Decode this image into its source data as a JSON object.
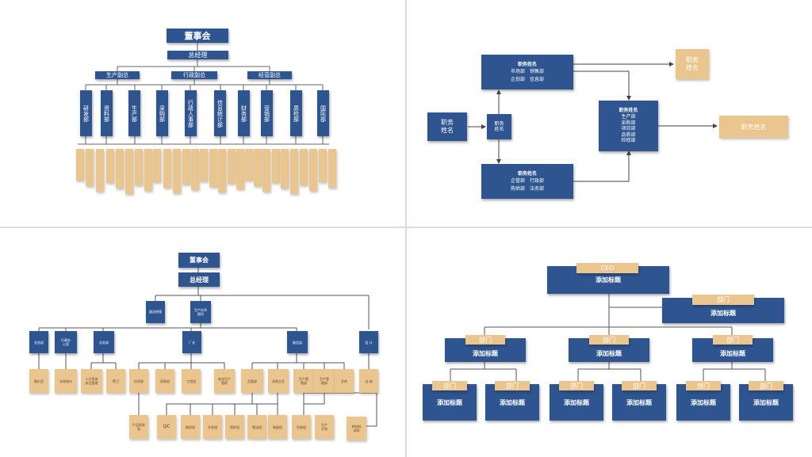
{
  "slide1": {
    "board": "董事会",
    "gm": "总经理",
    "vps": [
      "生产副总",
      "行政副总",
      "经营副总"
    ],
    "depts": [
      "研发部",
      "资料部",
      "生产部",
      "采购部",
      "行政人事部",
      "信息统计部",
      "财务部",
      "营销部",
      "质检部",
      "国际部"
    ]
  },
  "slide2": {
    "left": "职务\n姓名",
    "center": "职务\n姓名",
    "top": {
      "title": "职务姓名",
      "line1": "市场部　销售部",
      "line2": "企划部　信息部"
    },
    "bottom": {
      "title": "职务姓名",
      "line1": "企管部　行政部",
      "line2": "购供部　法务部"
    },
    "right": {
      "title": "职务姓名",
      "lines": "生产部\n采购部\n项目部\n品质部\n检修部"
    },
    "gold_top": "职务\n姓名",
    "gold_right": "职务姓名"
  },
  "slide3": {
    "board": "董事会",
    "gm": "总经理",
    "l2": [
      "副总经理",
      "生产技术\n顾问"
    ],
    "l3": [
      "业务部",
      "行政办\n公室",
      "总务部",
      "厂长",
      "副总监",
      "会 计"
    ],
    "l4": [
      "报价员",
      "文秘统计",
      "人力资源\n安全管理",
      "警卫",
      "技术部",
      "采购组",
      "工程组",
      "安全生产\n管理",
      "品管部",
      "采购主任",
      "生产管\n理部",
      "生产管\n理部",
      "仓库",
      "出 纳"
    ],
    "l5": [
      "产品研发\n组",
      "QC",
      "制造组",
      "外发组",
      "喷砂组",
      "氧化组",
      "装嵌组",
      "包装组",
      "生产\n计划",
      "原材料\n采购"
    ]
  },
  "slide4": {
    "ceo": "CEO",
    "ceo_title": "添加标题",
    "dept_label": "部门",
    "title_label": "添加标题"
  }
}
